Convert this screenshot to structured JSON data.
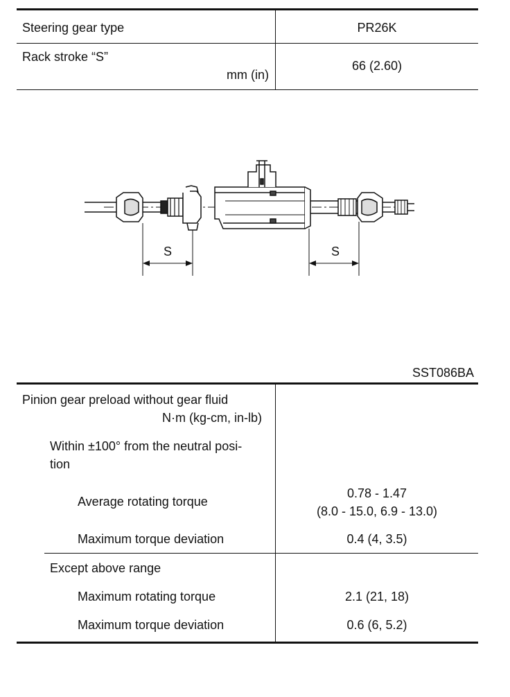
{
  "table1": {
    "row1": {
      "label": "Steering gear type",
      "value": "PR26K"
    },
    "row2": {
      "label": "Rack stroke “S”",
      "unit": "mm (in)",
      "value": "66 (2.60)"
    }
  },
  "figure": {
    "stroke_label_left": "S",
    "stroke_label_right": "S",
    "figure_id": "SST086BA"
  },
  "table2": {
    "header": {
      "label": "Pinion gear preload without gear fluid",
      "unit": "N·m (kg-cm, in-lb)"
    },
    "section1": {
      "title_line1": "Within ±100° from the neutral posi-",
      "title_line2": "tion",
      "avg_label": "Average rotating torque",
      "avg_value_line1": "0.78 - 1.47",
      "avg_value_line2": "(8.0 - 15.0, 6.9 - 13.0)",
      "dev_label": "Maximum torque deviation",
      "dev_value": "0.4 (4, 3.5)"
    },
    "section2": {
      "title": "Except above range",
      "max_label": "Maximum rotating torque",
      "max_value": "2.1 (21, 18)",
      "dev_label": "Maximum torque deviation",
      "dev_value": "0.6 (6, 5.2)"
    }
  }
}
